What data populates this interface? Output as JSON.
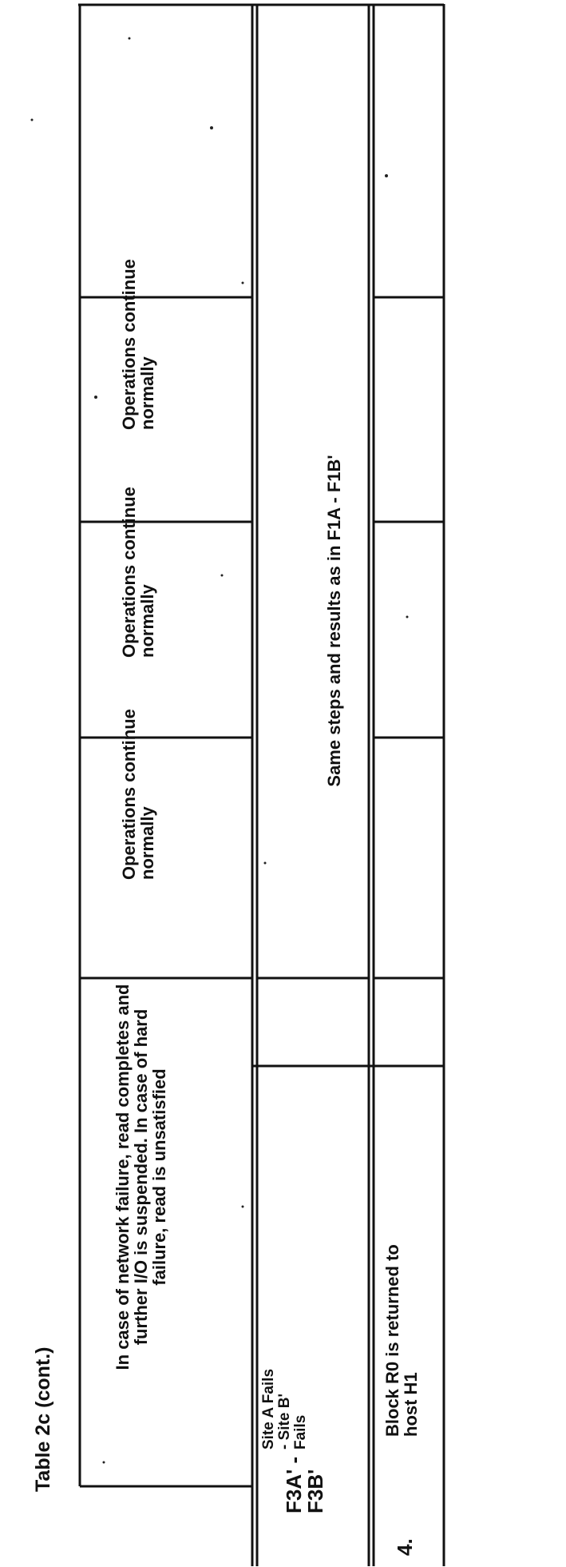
{
  "caption": "Table 2c (cont.)",
  "rows": {
    "header_row": {
      "cells": [
        "In case of network failure, read completes and further I/O is suspended.  In case of hard failure, read is unsatisfied",
        "Operations continue normally",
        "Operations continue normally",
        "Operations continue normally"
      ]
    },
    "f3_row": {
      "id_line1": "F3A' -",
      "id_line2": "F3B'",
      "description": "Site A Fails - Site B' Fails",
      "merged_text": "Same steps and results as in F1A - F1B'"
    },
    "row4": {
      "number": "4.",
      "first_cell": "Block R0 is returned to host H1"
    }
  }
}
